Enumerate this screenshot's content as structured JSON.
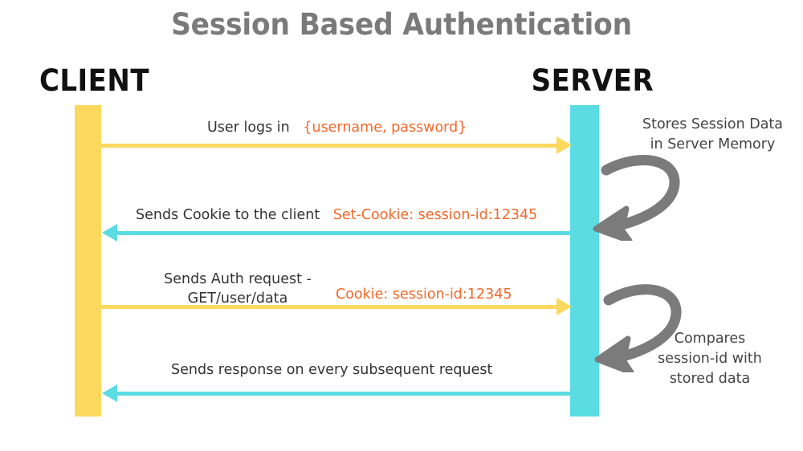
{
  "title": "Session Based Authentication",
  "colors": {
    "client_lane": "#FBD95E",
    "server_lane": "#5BDCE3",
    "request_arrow": "#FBD95E",
    "response_arrow": "#5BDCE3",
    "token_text": "#F4682B",
    "note_arrow": "#7B7B7B",
    "title_text": "#7A7A7A",
    "lane_label_text": "#111111",
    "caption_text": "#333333",
    "background": "#FFFFFF"
  },
  "lanes": [
    {
      "id": "client",
      "label": "CLIENT"
    },
    {
      "id": "server",
      "label": "SERVER"
    }
  ],
  "messages": [
    {
      "id": "login",
      "direction": "client-to-server",
      "color": "#FBD95E",
      "caption": "User logs in",
      "token": "{username, password}"
    },
    {
      "id": "set-cookie",
      "direction": "server-to-client",
      "color": "#5BDCE3",
      "caption": "Sends Cookie to the client",
      "token": "Set-Cookie: session-id:12345"
    },
    {
      "id": "auth-request",
      "direction": "client-to-server",
      "color": "#FBD95E",
      "caption_line1": "Sends Auth request -",
      "caption_line2": "GET/user/data",
      "token": "Cookie: session-id:12345"
    },
    {
      "id": "response",
      "direction": "server-to-client",
      "color": "#5BDCE3",
      "caption": "Sends response on every subsequent request",
      "token": ""
    }
  ],
  "notes": [
    {
      "id": "stores-session",
      "line1": "Stores Session Data",
      "line2": "in Server Memory",
      "line3": ""
    },
    {
      "id": "compares-session",
      "line1": "Compares",
      "line2": "session-id with",
      "line3": "stored data"
    }
  ],
  "icons": {
    "note_arrow_1": "curved-arrow-icon",
    "note_arrow_2": "curved-arrow-icon",
    "arrowhead_right": "arrowhead-right-icon",
    "arrowhead_left": "arrowhead-left-icon"
  }
}
